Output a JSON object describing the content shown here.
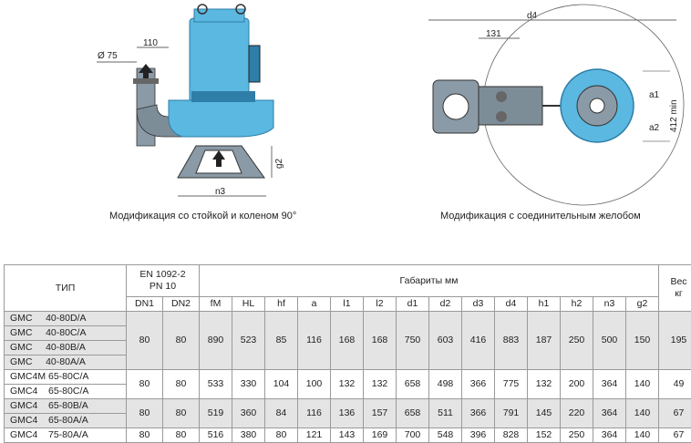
{
  "figure_left": {
    "caption": "Модификация со стойкой и коленом 90°",
    "labels": {
      "dia": "Ø 75",
      "w110": "110",
      "n3": "n3",
      "g2": "g2"
    }
  },
  "figure_right": {
    "caption": "Модификация с соединительным желобом",
    "labels": {
      "d4": "d4",
      "w131": "131",
      "a1": "a1",
      "a2": "a2",
      "min": "412 min"
    }
  },
  "colors": {
    "pump_blue": "#5bb8e0",
    "pump_dark": "#2e7ea8",
    "steel": "#8a9aa6"
  },
  "table": {
    "headers": {
      "tip": "ТИП",
      "standard": "EN 1092-2\nPN 10",
      "gabarity": "Габариты  мм",
      "ves": "Вес\nкг",
      "cols": [
        "DN1",
        "DN2",
        "fM",
        "HL",
        "hf",
        "a",
        "l1",
        "l2",
        "d1",
        "d2",
        "d3",
        "d4",
        "h1",
        "h2",
        "n3",
        "g2"
      ]
    },
    "groups": [
      {
        "types": [
          "GMC     40-80D/A",
          "GMC     40-80C/A",
          "GMC     40-80B/A",
          "GMC     40-80A/A"
        ],
        "values": [
          "80",
          "80",
          "890",
          "523",
          "85",
          "116",
          "168",
          "168",
          "750",
          "603",
          "416",
          "883",
          "187",
          "250",
          "500",
          "150",
          "195"
        ],
        "shade": "grey"
      },
      {
        "types": [
          "GMC4M 65-80C/A",
          "GMC4    65-80C/A"
        ],
        "values": [
          "80",
          "80",
          "533",
          "330",
          "104",
          "100",
          "132",
          "132",
          "658",
          "498",
          "366",
          "775",
          "132",
          "200",
          "364",
          "140",
          "49"
        ],
        "shade": "white"
      },
      {
        "types": [
          "GMC4    65-80B/A",
          "GMC4    65-80A/A"
        ],
        "values": [
          "80",
          "80",
          "519",
          "360",
          "84",
          "116",
          "136",
          "157",
          "658",
          "511",
          "366",
          "791",
          "145",
          "220",
          "364",
          "140",
          "67"
        ],
        "shade": "grey"
      },
      {
        "types": [
          "GMC4    75-80A/A"
        ],
        "values": [
          "80",
          "80",
          "516",
          "380",
          "80",
          "121",
          "143",
          "169",
          "700",
          "548",
          "396",
          "828",
          "152",
          "250",
          "364",
          "140",
          "67"
        ],
        "shade": "white"
      }
    ]
  }
}
